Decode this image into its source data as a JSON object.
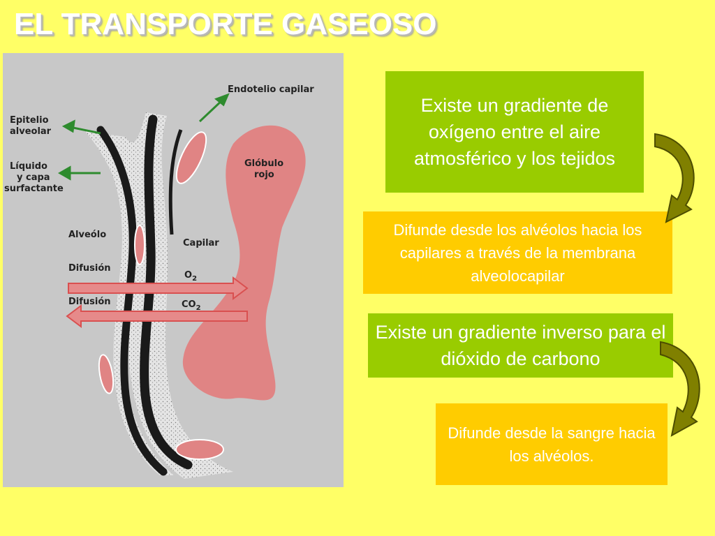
{
  "title": "EL TRANSPORTE GASEOSO",
  "figure": {
    "labels": {
      "endotelio": "Endotelio capilar",
      "epitelio_1": "Epitelio",
      "epitelio_2": "alveolar",
      "liquido_1": "Líquido",
      "liquido_2": "y capa",
      "liquido_3": "surfactante",
      "globulo_1": "Glóbulo",
      "globulo_2": "rojo",
      "alveolo": "Alveólo",
      "capilar": "Capilar",
      "difusion_1": "Difusión",
      "difusion_2": "Difusión",
      "o2": "O",
      "o2_sub": "2",
      "co2": "CO",
      "co2_sub": "2"
    },
    "colors": {
      "background": "#c8c8c8",
      "membrane": "#1a1a1a",
      "red_cell": "#e08484",
      "arrow_green": "#2e8b2e",
      "arrow_red": "#d95050"
    }
  },
  "boxes": {
    "box1": "Existe un gradiente de oxígeno entre el aire atmosférico y los tejidos",
    "box2": "Difunde desde los alvéolos hacia los capilares a través de la membrana alveolocapilar",
    "box3": "Existe un gradiente inverso para el dióxido de carbono",
    "box4": "Difunde desde la sangre hacia los alvéolos."
  },
  "colors": {
    "page_background": "#ffff66",
    "green_box": "#99cc00",
    "orange_box": "#ffcc00",
    "curl_arrow": "#808000"
  }
}
